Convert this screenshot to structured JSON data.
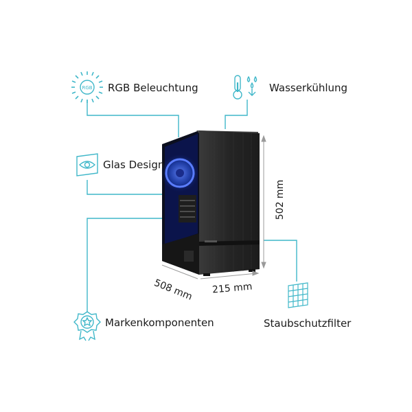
{
  "features": {
    "rgb": "RGB Beleuchtung",
    "rgb_badge": "RGB",
    "water": "Wasserkühlung",
    "glass": "Glas Design",
    "brand": "Markenkomponenten",
    "filter": "Staubschutzfilter"
  },
  "dimensions": {
    "height": "502 mm",
    "depth": "508 mm",
    "width": "215 mm"
  },
  "colors": {
    "accent": "#3fb7c9",
    "case": "#2a2a2a",
    "glow": "#2f63ff"
  },
  "icons": {
    "rgb": "rgb-light-icon",
    "water": "thermometer-drops-icon",
    "glass": "eye-glass-icon",
    "brand": "award-badge-icon",
    "filter": "mesh-filter-icon"
  }
}
